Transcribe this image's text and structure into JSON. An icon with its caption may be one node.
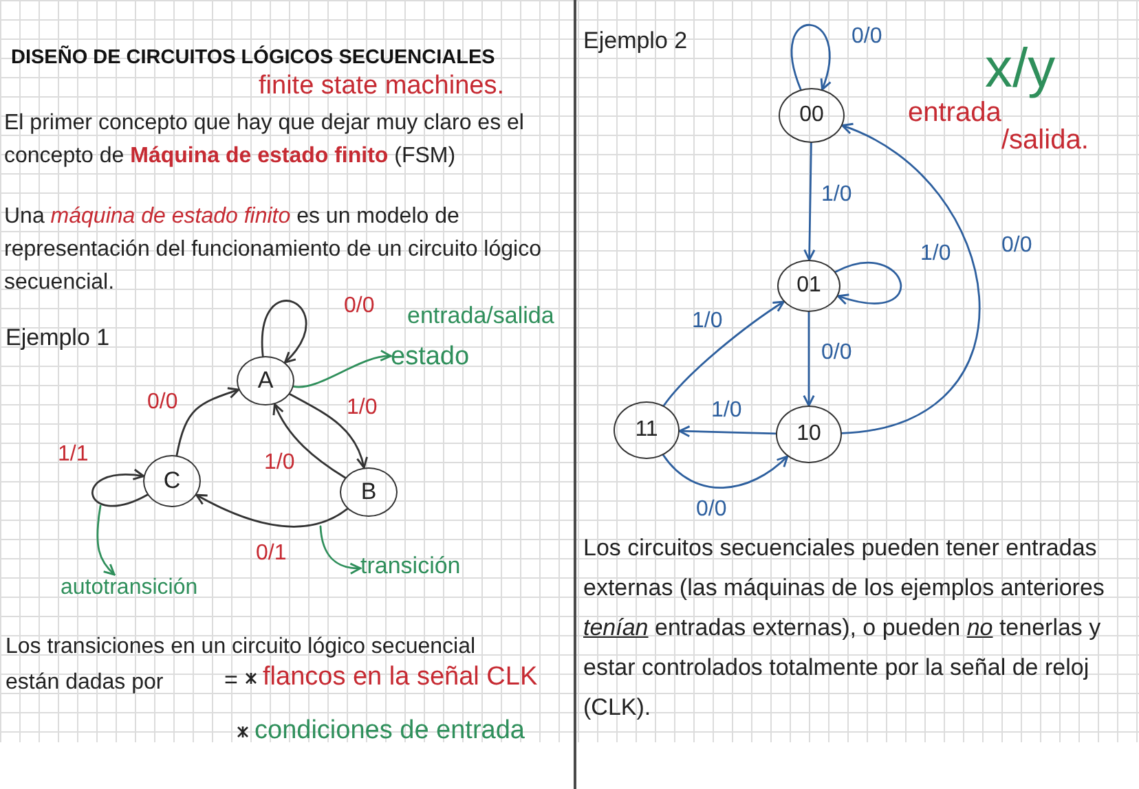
{
  "diagram": {
    "title": "DISEÑO DE CIRCUITOS LÓGICOS SECUENCIALES",
    "nodes": [
      {
        "text": [
          "A"
        ]
      },
      {
        "text": [
          "B"
        ]
      },
      {
        "text": [
          "C"
        ]
      },
      {
        "text": [
          "estado"
        ]
      },
      {
        "text": [
          "autotransición"
        ]
      },
      {
        "text": [
          "transición"
        ]
      },
      {
        "text": [
          "00"
        ]
      },
      {
        "text": [
          "01"
        ]
      },
      {
        "text": [
          "10"
        ]
      },
      {
        "text": [
          "11"
        ]
      }
    ],
    "edges": [
      {
        "from": 0,
        "to": 0,
        "arrow": "to",
        "label": "0/0",
        "color": "#333333"
      },
      {
        "from": 0,
        "to": 1,
        "arrow": "to",
        "label": "1/0",
        "color": "#333333"
      },
      {
        "from": 1,
        "to": 0,
        "arrow": "to",
        "label": "1/0",
        "color": "#333333"
      },
      {
        "from": 2,
        "to": 0,
        "arrow": "to",
        "label": "0/0",
        "color": "#333333"
      },
      {
        "from": 1,
        "to": 2,
        "arrow": "to",
        "label": "0/1",
        "color": "#333333"
      },
      {
        "from": 2,
        "to": 2,
        "arrow": "to",
        "label": "1/1",
        "color": "#333333"
      },
      {
        "from": 0,
        "to": 3,
        "arrow": "to",
        "color": "#2f8f5b"
      },
      {
        "from": null,
        "to": 4,
        "arrow": "to",
        "color": "#2f8f5b"
      },
      {
        "from": null,
        "to": 5,
        "arrow": "to",
        "color": "#2f8f5b"
      },
      {
        "from": 6,
        "to": 6,
        "arrow": "to",
        "label": "0/0"
      },
      {
        "from": 6,
        "to": 7,
        "arrow": "to",
        "label": "1/0"
      },
      {
        "from": 7,
        "to": 7,
        "arrow": "to",
        "label": "1/0"
      },
      {
        "from": 7,
        "to": 8,
        "arrow": "to",
        "label": "0/0"
      },
      {
        "from": 8,
        "to": 9,
        "arrow": "to",
        "label": "1/0"
      },
      {
        "from": 9,
        "to": 8,
        "arrow": "to",
        "label": "0/0"
      },
      {
        "from": 9,
        "to": 7,
        "arrow": "to",
        "label": "1/0"
      },
      {
        "from": 8,
        "to": 6,
        "arrow": "to",
        "label": "0/0"
      }
    ],
    "labels": [
      "finite state machines.",
      "El primer concepto que hay que dejar muy claro es el concepto de **Máquina de estado finito** (FSM)",
      "Una *máquina de estado finito* es un modelo de representación del funcionamiento de un circuito lógico secuencial.",
      "Ejemplo 1",
      "entrada/salida",
      "Los transiciones en un circuito lógico secuencial",
      "están dadas por",
      "=",
      "flancos en la señal CLK",
      "condiciones de entrada",
      "Ejemplo 2",
      "x/y",
      "entrada",
      "/salida.",
      "Los circuitos secuenciales pueden tener entradas externas (las máquinas de los ejemplos anteriores *tenían* entradas externas), o pueden *no* tenerlas y estar controlados totalmente por la señal de reloj (CLK)."
    ]
  }
}
